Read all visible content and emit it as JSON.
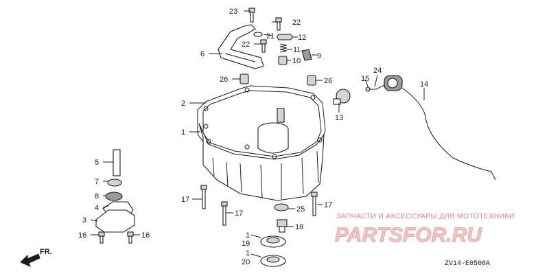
{
  "callouts": [
    {
      "id": "c23",
      "text": "23"
    },
    {
      "id": "c22a",
      "text": "22"
    },
    {
      "id": "c21",
      "text": "21"
    },
    {
      "id": "c12",
      "text": "12"
    },
    {
      "id": "c22b",
      "text": "22"
    },
    {
      "id": "c6",
      "text": "6"
    },
    {
      "id": "c11",
      "text": "11"
    },
    {
      "id": "c9",
      "text": "9"
    },
    {
      "id": "c10",
      "text": "10"
    },
    {
      "id": "c26a",
      "text": "26"
    },
    {
      "id": "c26b",
      "text": "26"
    },
    {
      "id": "c24",
      "text": "24"
    },
    {
      "id": "c15",
      "text": "15"
    },
    {
      "id": "c14",
      "text": "14"
    },
    {
      "id": "c2",
      "text": "2"
    },
    {
      "id": "c13",
      "text": "13"
    },
    {
      "id": "c1a",
      "text": "1"
    },
    {
      "id": "c5",
      "text": "5"
    },
    {
      "id": "c7",
      "text": "7"
    },
    {
      "id": "c8",
      "text": "8"
    },
    {
      "id": "c4",
      "text": "4"
    },
    {
      "id": "c3",
      "text": "3"
    },
    {
      "id": "c16a",
      "text": "16"
    },
    {
      "id": "c16b",
      "text": "16"
    },
    {
      "id": "c17a",
      "text": "17"
    },
    {
      "id": "c17b",
      "text": "17"
    },
    {
      "id": "c25",
      "text": "25"
    },
    {
      "id": "c17c",
      "text": "17"
    },
    {
      "id": "c18",
      "text": "18"
    },
    {
      "id": "c1b",
      "text": "1"
    },
    {
      "id": "c19",
      "text": "19"
    },
    {
      "id": "c1c",
      "text": "1"
    },
    {
      "id": "c20",
      "text": "20"
    }
  ],
  "direction_label": "FR.",
  "diagram_code": "ZV14-E0500A",
  "watermark": {
    "tagline": "ЗАПЧАСТИ И АКСЕССУАРЫ ДЛЯ МОТОТЕХНИКИ",
    "brand": "PARTSFOR.RU"
  }
}
